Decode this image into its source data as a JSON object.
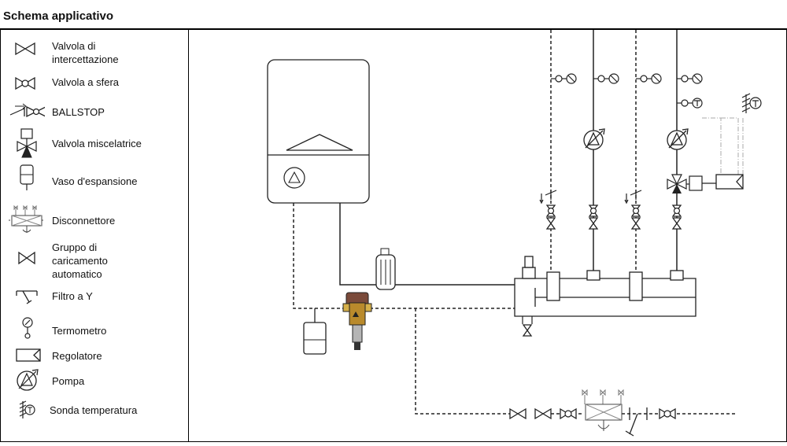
{
  "header": {
    "title": "Schema applicativo"
  },
  "legend": {
    "items": [
      {
        "icon": "gate-valve-icon",
        "label": "Valvola di\nintercettazione"
      },
      {
        "icon": "ball-valve-icon",
        "label": "Valvola a sfera"
      },
      {
        "icon": "ballstop-icon",
        "label": "BALLSTOP"
      },
      {
        "icon": "mixing-valve-icon",
        "label": "Valvola miscelatrice"
      },
      {
        "icon": "expansion-vessel-icon",
        "label": "Vaso d'espansione"
      },
      {
        "icon": "disconnector-icon",
        "label": "Disconnettore"
      },
      {
        "icon": "auto-fill-group-icon",
        "label": "Gruppo di\ncaricamento\nautomatico"
      },
      {
        "icon": "y-filter-icon",
        "label": "Filtro a Y"
      },
      {
        "icon": "thermometer-icon",
        "label": "Termometro"
      },
      {
        "icon": "regulator-icon",
        "label": "Regolatore"
      },
      {
        "icon": "pump-icon",
        "label": "Pompa"
      },
      {
        "icon": "temperature-probe-icon",
        "label": "Sonda temperatura"
      }
    ]
  }
}
